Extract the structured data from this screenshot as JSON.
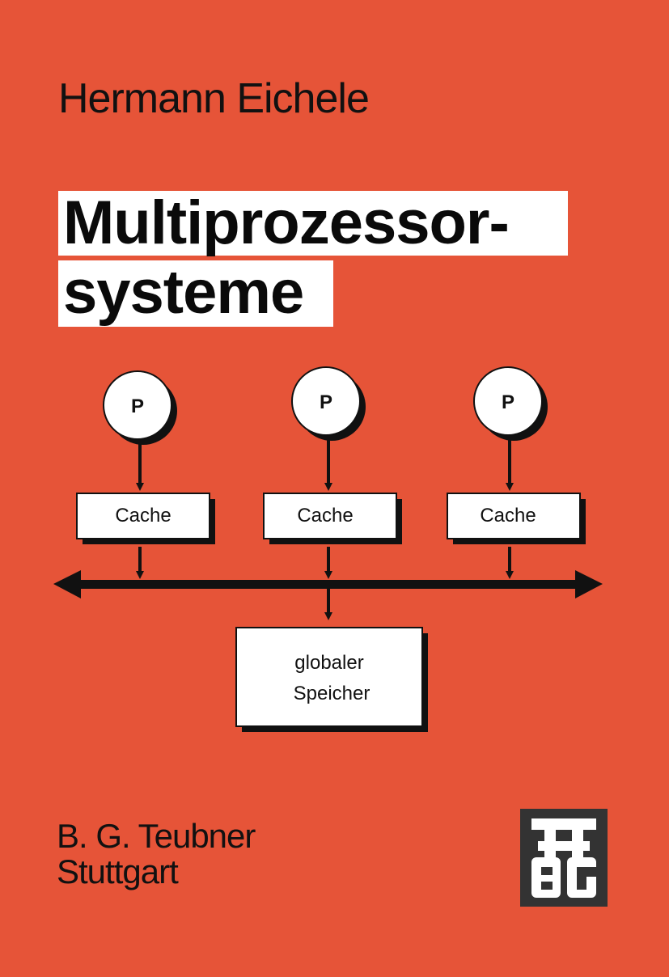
{
  "author": "Hermann Eichele",
  "title": {
    "line1": "Multiprozessor-",
    "line2": "systeme"
  },
  "diagram": {
    "processors": [
      "P",
      "P",
      "P"
    ],
    "caches": [
      "Cache",
      "Cache",
      "Cache"
    ],
    "memory": {
      "line1": "globaler",
      "line2": "Speicher"
    }
  },
  "publisher": {
    "name": "B. G. Teubner",
    "city": "Stuttgart"
  },
  "logo": {
    "icon": "teubner-tbg-logo"
  },
  "colors": {
    "background": "#E65438",
    "ink": "#111111",
    "box": "#FFFFFF",
    "logo": "#333333"
  }
}
